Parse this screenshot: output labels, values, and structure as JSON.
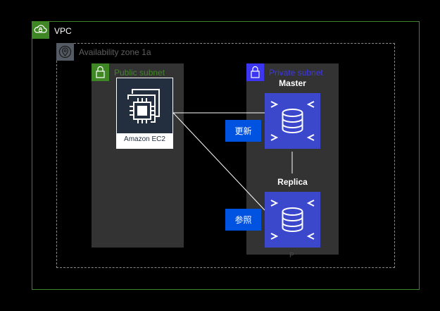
{
  "vpc": {
    "label": "VPC",
    "icon": "cloud-lock-icon",
    "color": "#3f8624"
  },
  "availability_zone": {
    "label": "Availability zone 1a",
    "icon": "location-pin-icon"
  },
  "public_subnet": {
    "label": "Public subnet",
    "icon": "lock-icon",
    "color": "#3f8624"
  },
  "private_subnet": {
    "label": "Private subnet",
    "icon": "lock-icon",
    "color": "#3d36f0"
  },
  "ec2": {
    "label": "Amazon EC2",
    "icon": "ec2-chip-icon"
  },
  "rds_master": {
    "label": "Master",
    "icon": "rds-database-icon"
  },
  "rds_replica": {
    "label": "Replica",
    "icon": "rds-database-icon"
  },
  "actions": {
    "update_label": "更新",
    "reference_label": "参照"
  },
  "stray_label": "P",
  "colors": {
    "background": "#000000",
    "subnet_fill": "#333333",
    "rds": "#3b48cc",
    "action": "#0052e0",
    "ec2_tile": "#232f3e"
  }
}
